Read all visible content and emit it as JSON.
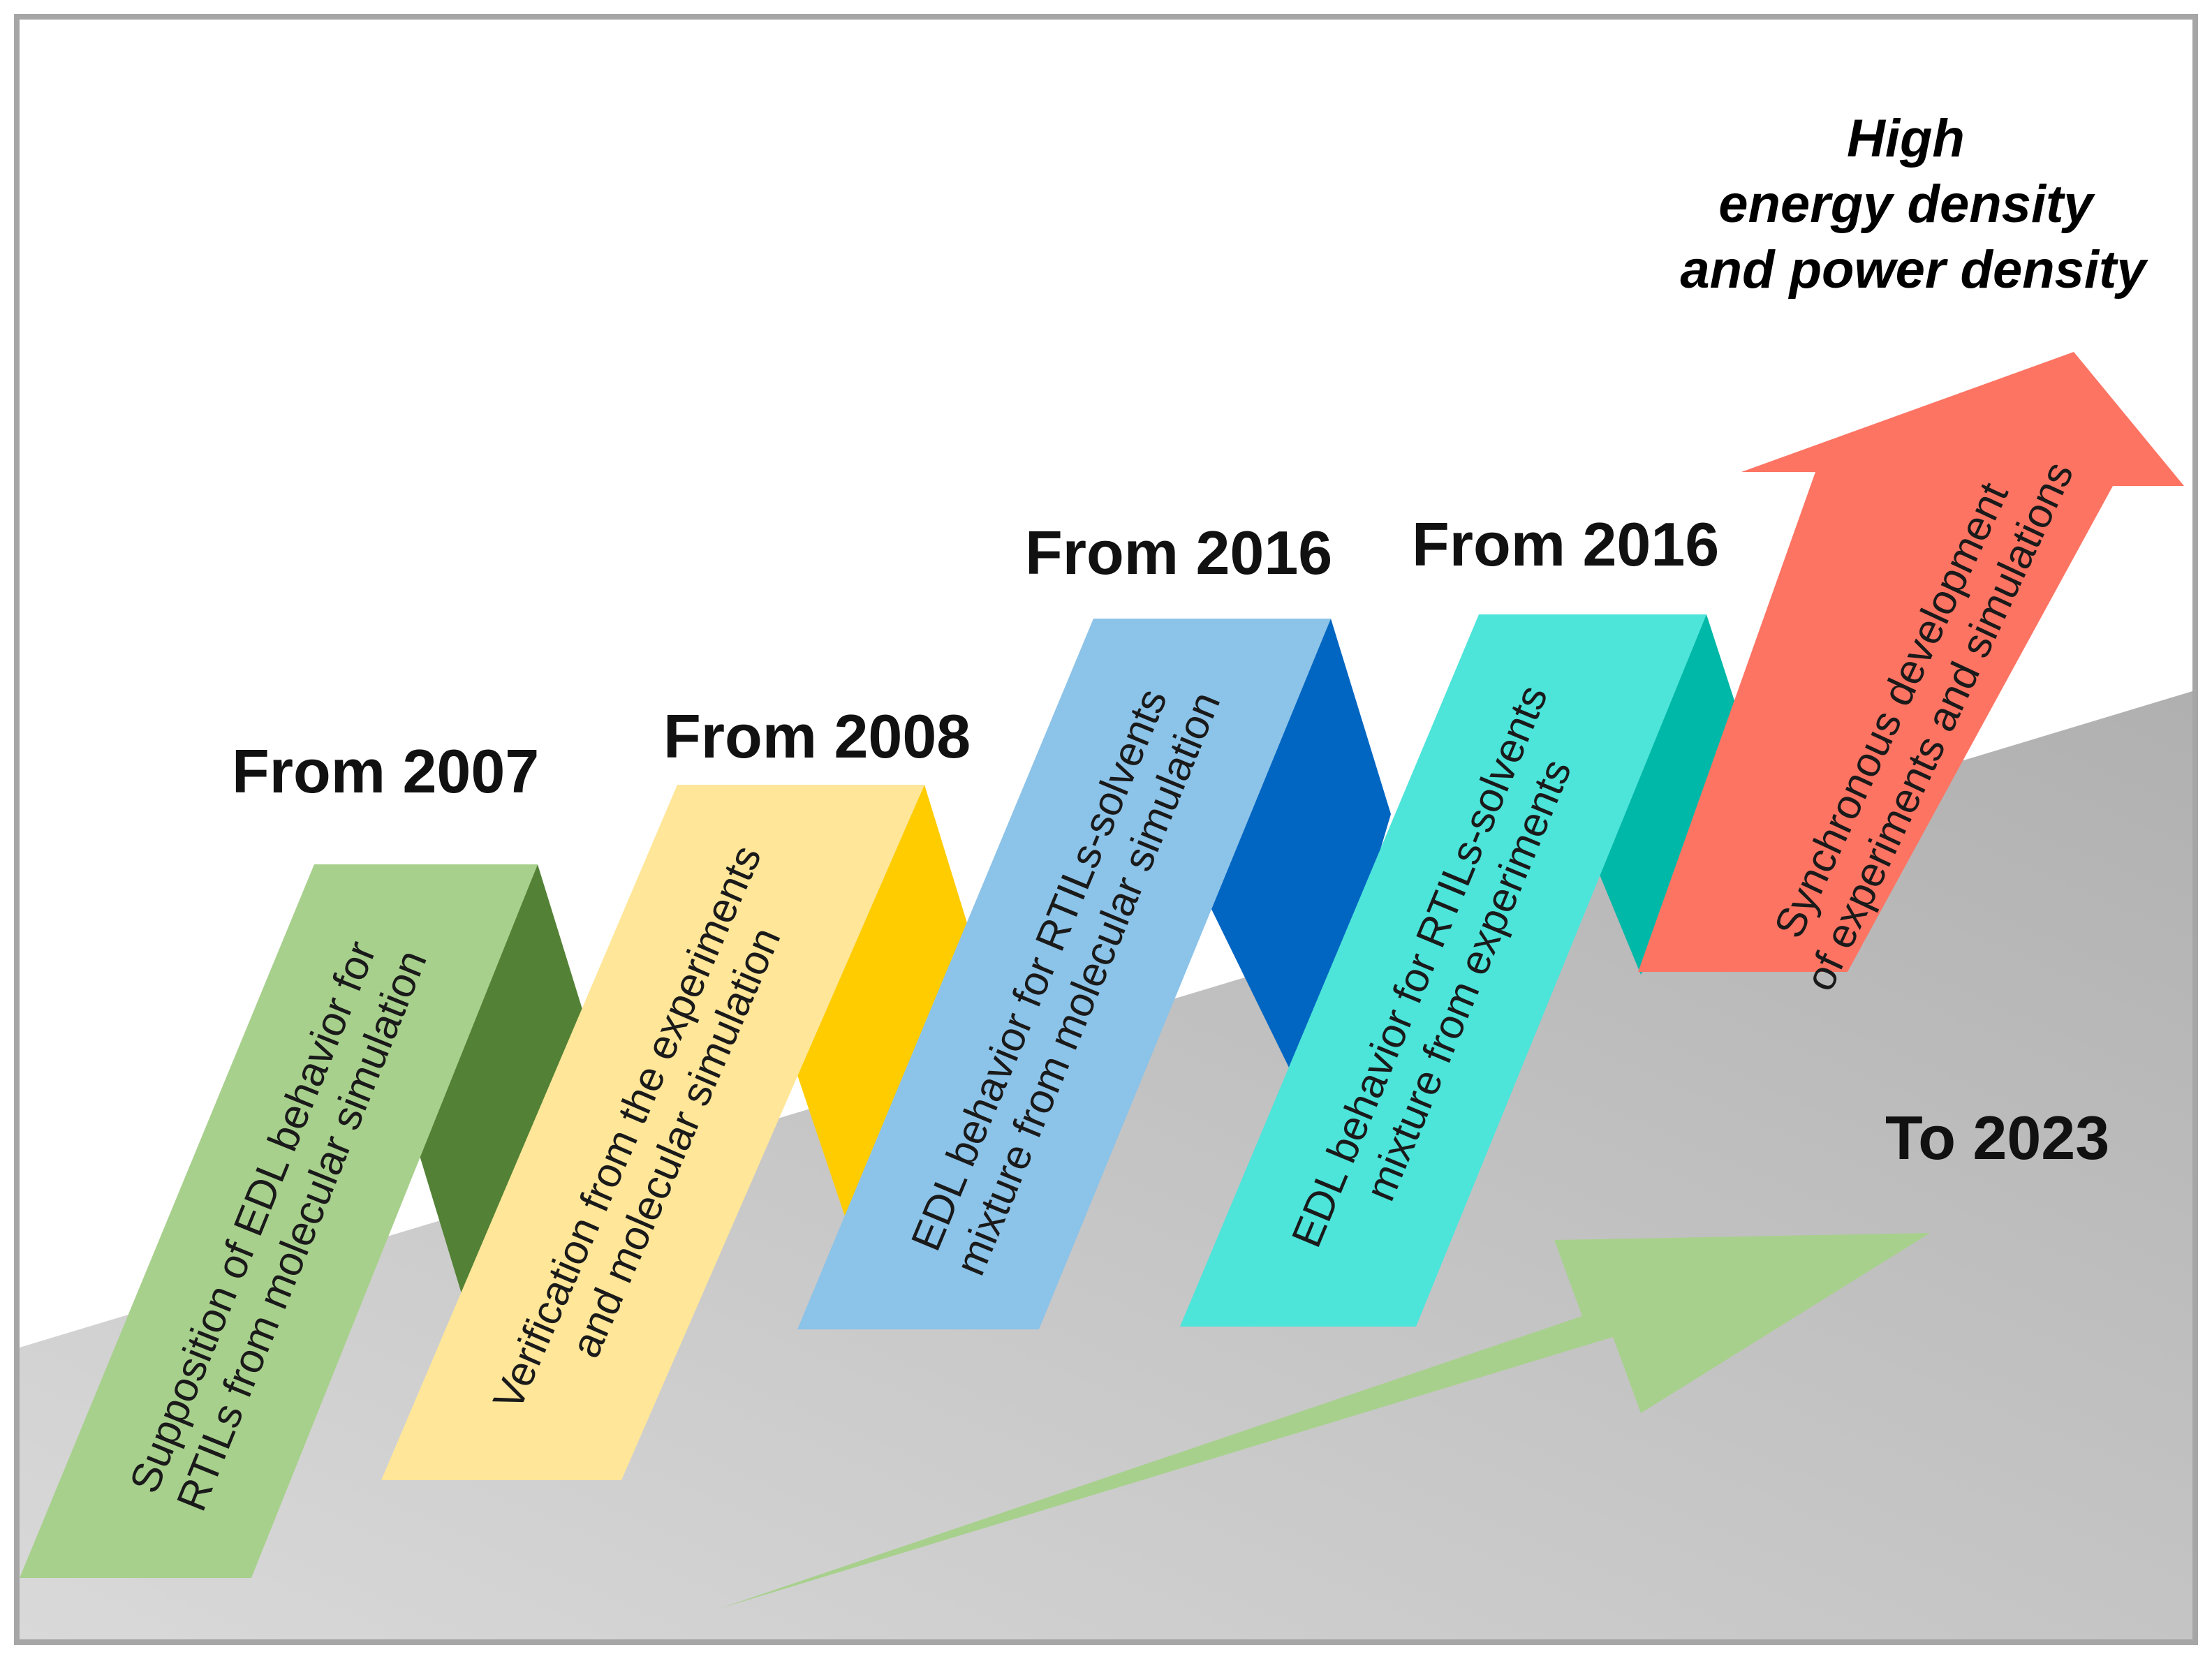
{
  "stages": [
    {
      "year": "From 2007",
      "lines": [
        "Supposition of EDL behavior for",
        "RTILs from molecular simulation"
      ],
      "color": "#a8d08d",
      "fold_color": "#538135"
    },
    {
      "year": "From 2008",
      "lines": [
        "Verification from the experiments",
        "and molecular simulation"
      ],
      "color": "#ffe699",
      "fold_color": "#ffcc00"
    },
    {
      "year": "From 2016",
      "lines": [
        "EDL behavior for RTILs-solvents",
        "mixture from molecular simulation"
      ],
      "color": "#8cc3e8",
      "fold_color": "#0066c2"
    },
    {
      "year": "From 2016",
      "lines": [
        "EDL behavior for RTILs-solvents",
        "mixture from experiments"
      ],
      "color": "#4de4da",
      "fold_color": "#00b8a8"
    },
    {
      "year": "",
      "lines": [
        "Synchronous development",
        "of experiments and simulations"
      ],
      "color": "#fd7463"
    }
  ],
  "goal_lines": [
    "High",
    "energy density",
    "and power density"
  ],
  "end_label": "To 2023",
  "colors": {
    "frame": "#a6a6a6",
    "ramp_light": "#d9d9d9",
    "ramp_dark": "#b0b0b0",
    "green_arrow": "#a8d08d"
  }
}
